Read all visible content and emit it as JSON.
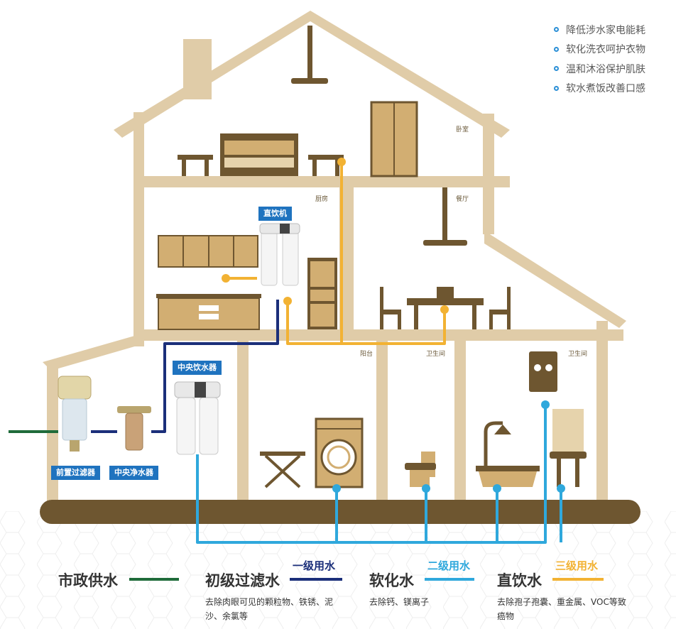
{
  "benefits": [
    "降低涉水家电能耗",
    "软化洗衣呵护衣物",
    "温和沐浴保护肌肤",
    "软水煮饭改善口感"
  ],
  "rooms": {
    "bedroom": "卧室",
    "kitchen": "厨房",
    "dining": "餐厅",
    "balcony": "阳台",
    "bathroom1": "卫生间",
    "bathroom2": "卫生间"
  },
  "devices": {
    "direct_drinker": "直饮机",
    "central_drinker": "中央饮水器",
    "prefilter": "前置过滤器",
    "central_purifier": "中央净水器"
  },
  "legend": {
    "municipal": {
      "title": "市政供水",
      "color": "#1f6b3a"
    },
    "primary": {
      "title": "初级过滤水",
      "sub": "一级用水",
      "desc": "去除肉眼可见的颗粒物、铁锈、泥沙、余氯等",
      "color": "#1b2f7a"
    },
    "softened": {
      "title": "软化水",
      "sub": "二级用水",
      "desc": "去除钙、镁离子",
      "color": "#2fa8dc"
    },
    "drinking": {
      "title": "直饮水",
      "sub": "三级用水",
      "desc": "去除孢子孢囊、重金属、VOC等致癌物",
      "color": "#f2b233"
    }
  },
  "colors": {
    "house": "#e0cca8",
    "furniture": "#d2ae72",
    "dark_furniture": "#6e5630",
    "ground": "#6e5630"
  }
}
